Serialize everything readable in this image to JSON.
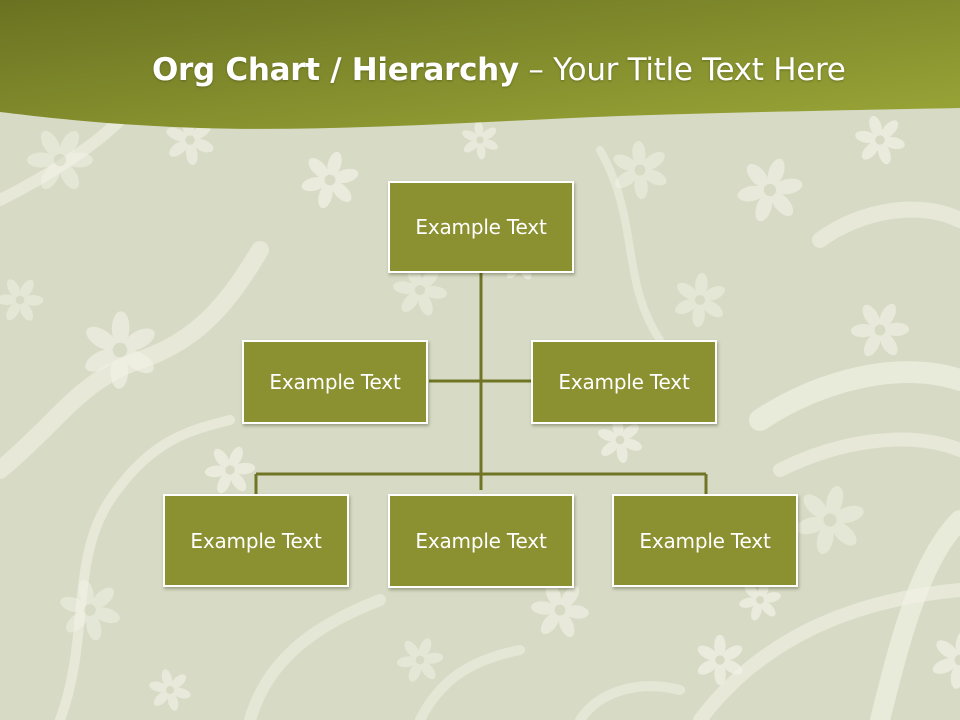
{
  "colors": {
    "background": "#d7dbc5",
    "pattern": "#f4f3e8",
    "header_dark": "#6a7221",
    "header_light": "#9ba738",
    "node_fill": "#8b9030",
    "node_border": "#ffffff",
    "connector": "#6f7524",
    "text": "#ffffff"
  },
  "title": {
    "bold": "Org Chart / Hierarchy",
    "separator": " – ",
    "regular": "Your Title Text Here"
  },
  "org_chart": {
    "root": {
      "label": "Example Text"
    },
    "assistants": [
      {
        "label": "Example Text"
      },
      {
        "label": "Example Text"
      }
    ],
    "children": [
      {
        "label": "Example Text"
      },
      {
        "label": "Example Text"
      },
      {
        "label": "Example Text"
      }
    ]
  }
}
